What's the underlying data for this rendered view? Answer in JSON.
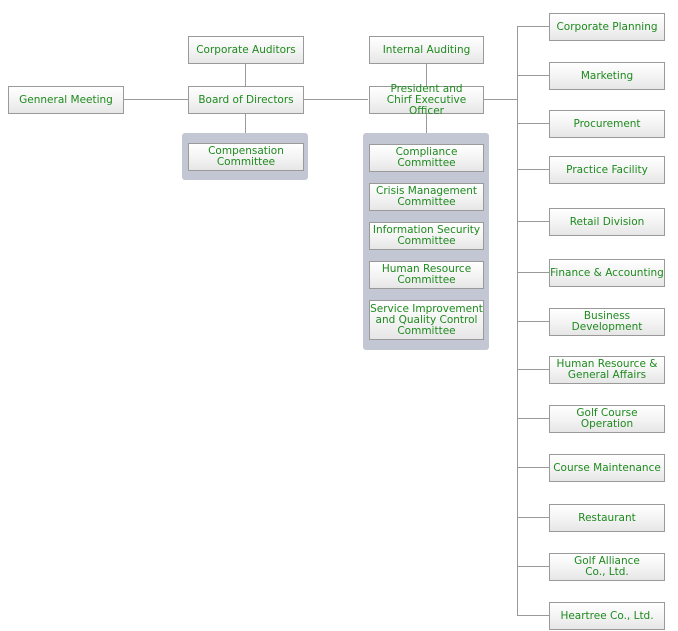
{
  "governance": {
    "general_meeting": "Genneral Meeting",
    "corporate_auditors": "Corporate Auditors",
    "board_of_directors": "Board of Directors",
    "compensation_committee": "Compensation\nCommittee",
    "internal_auditing": "Internal Auditing",
    "president_ceo": "President and\nChirf Executive Officer"
  },
  "committees": [
    "Compliance\nCommittee",
    "Crisis Management\nCommittee",
    "Information Security\nCommittee",
    "Human Resource\nCommittee",
    "Service Improvement\nand Quality Control\nCommittee"
  ],
  "departments": [
    "Corporate Planning",
    "Marketing",
    "Procurement",
    "Practice Facility",
    "Retail Division",
    "Finance & Accounting",
    "Business Development",
    "Human Resource &\nGeneral Affairs",
    "Golf Course Operation",
    "Course Maintenance",
    "Restaurant",
    "Golf Alliance\nCo., Ltd.",
    "Heartree Co., Ltd."
  ]
}
